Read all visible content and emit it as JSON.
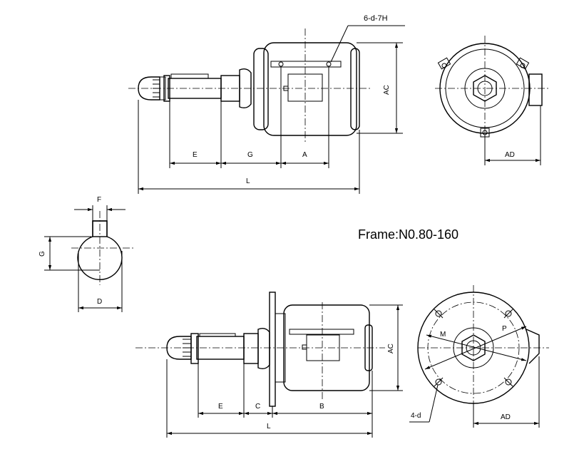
{
  "frame_label": "Frame:N0.80-160",
  "top_view": {
    "hole_note": "6-d-7H",
    "dims": {
      "E": "E",
      "G": "G",
      "A": "A",
      "L": "L",
      "AC": "AC",
      "AD": "AD"
    }
  },
  "shaft_section": {
    "dims": {
      "F": "F",
      "G": "G",
      "D": "D"
    }
  },
  "bottom_view": {
    "hole_note": "4-d",
    "dims": {
      "E": "E",
      "C": "C",
      "B": "B",
      "L": "L",
      "AC": "AC",
      "AD": "AD",
      "M": "M",
      "P": "P"
    }
  }
}
